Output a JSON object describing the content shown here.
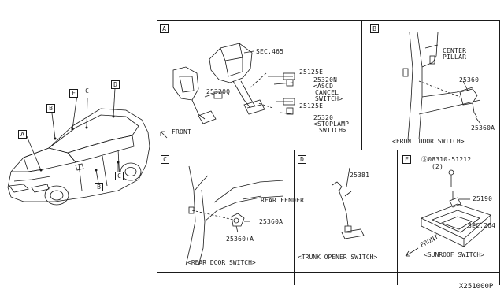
{
  "overview": {
    "callouts": [
      "A",
      "B",
      "E",
      "C",
      "D",
      "B",
      "C"
    ]
  },
  "panel_a": {
    "tag": "A",
    "labels": {
      "sec": "SEC.465",
      "p25125e_1": "25125E",
      "p25320n": "25320N",
      "ascd_1": "<ASCD",
      "ascd_2": "CANCEL",
      "ascd_3": "SWITCH>",
      "p25125e_2": "25125E",
      "p25320": "25320",
      "stop_1": "<STOPLAMP",
      "stop_2": "SWITCH>",
      "p25320q": "25320Q",
      "front": "FRONT"
    }
  },
  "panel_b": {
    "tag": "B",
    "labels": {
      "center_1": "CENTER",
      "center_2": "PILLAR",
      "p25360": "25360",
      "p25360a": "25360A",
      "caption": "<FRONT DOOR SWITCH>"
    }
  },
  "panel_c": {
    "tag": "C",
    "labels": {
      "fender": "REAR FENDER",
      "p25360a": "25360A",
      "p25360plusa": "25360+A",
      "caption": "<REAR DOOR SWITCH>"
    }
  },
  "panel_d": {
    "tag": "D",
    "labels": {
      "p25381": "25381",
      "caption": "<TRUNK OPENER SWITCH>"
    }
  },
  "panel_e": {
    "tag": "E",
    "labels": {
      "screw": "Ⓢ08310-51212",
      "qty": "(2)",
      "p25190": "25190",
      "sec": "SEC.264",
      "front": "FRONT",
      "caption": "<SUNROOF SWITCH>"
    }
  },
  "diagram_code": "X251000P"
}
